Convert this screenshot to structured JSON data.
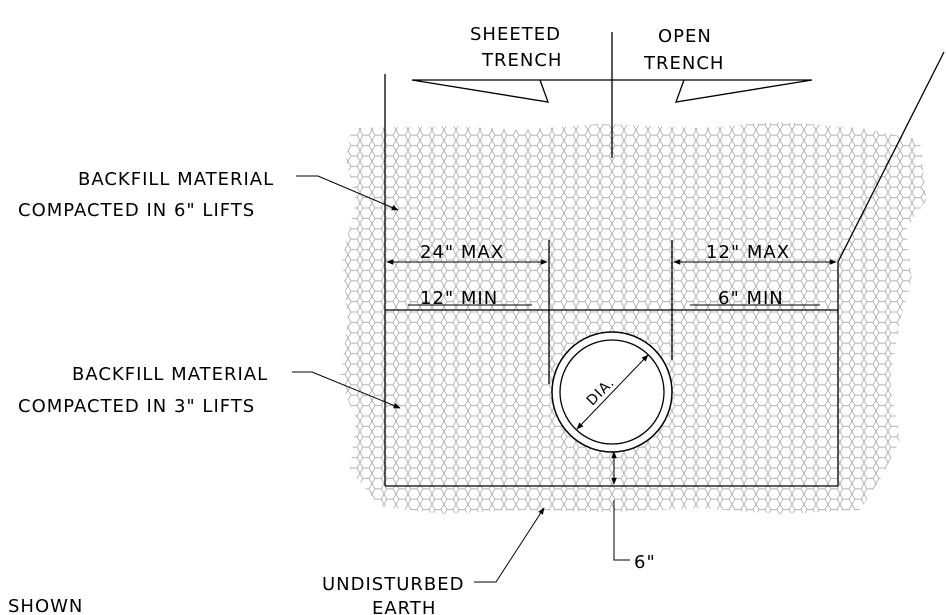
{
  "labels": {
    "sheeted_trench_1": "SHEETED",
    "sheeted_trench_2": "TRENCH",
    "open_trench_1": "OPEN",
    "open_trench_2": "TRENCH",
    "backfill_6_line1": "BACKFILL MATERIAL",
    "backfill_6_line2": "COMPACTED IN 6\" LIFTS",
    "backfill_3_line1": "BACKFILL MATERIAL",
    "backfill_3_line2": "COMPACTED IN 3\" LIFTS",
    "dim_24_max": "24\" MAX",
    "dim_12_min": "12\" MIN",
    "dim_12_max": "12\" MAX",
    "dim_6_min": "6\" MIN",
    "pipe_dia": "DIA.",
    "dim_6_bottom": "6\"",
    "undisturbed_1": "UNDISTURBED",
    "undisturbed_2": "EARTH",
    "shown": "SHOWN"
  },
  "colors": {
    "line": "#000000",
    "hatch": "#9a9a9a",
    "background": "#ffffff"
  },
  "pattern": "hexagonal-gravel-hatch"
}
